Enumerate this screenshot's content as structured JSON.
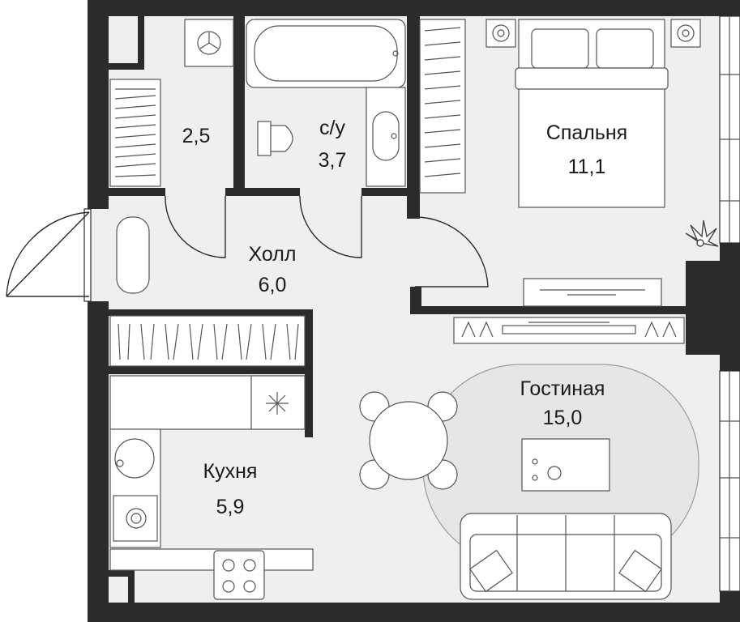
{
  "rooms": {
    "storage": {
      "area": "2,5"
    },
    "bathroom": {
      "name": "с/у",
      "area": "3,7"
    },
    "bedroom": {
      "name": "Спальня",
      "area": "11,1"
    },
    "hall": {
      "name": "Холл",
      "area": "6,0"
    },
    "living": {
      "name": "Гостиная",
      "area": "15,0"
    },
    "kitchen": {
      "name": "Кухня",
      "area": "5,9"
    }
  },
  "colors": {
    "wall": "#2b2b2b",
    "floor": "#efefef",
    "furniture_stroke": "#555555"
  }
}
